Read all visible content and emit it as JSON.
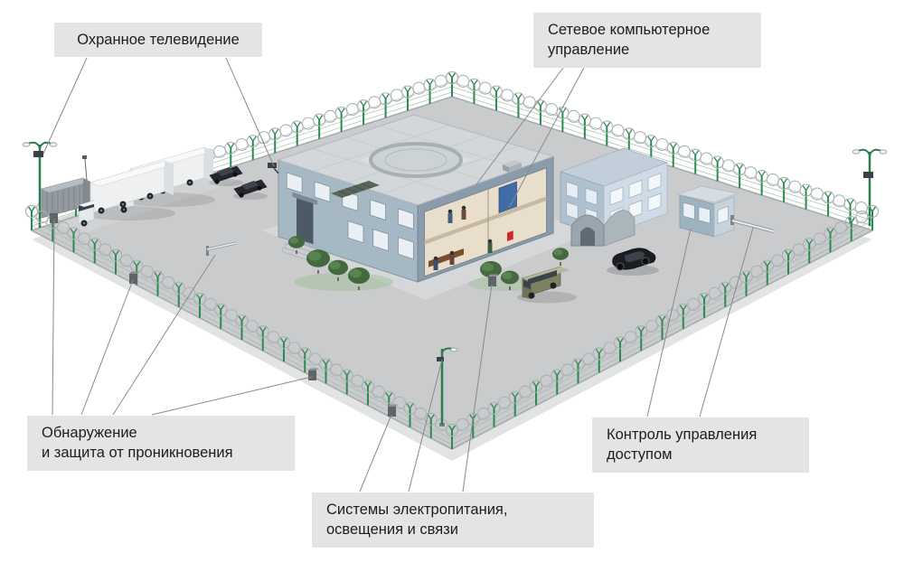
{
  "diagram": {
    "type": "annotated-isometric-illustration",
    "callouts": {
      "cctv": {
        "lines": [
          "Охранное телевидение"
        ]
      },
      "network": {
        "lines": [
          "Сетевое компьютерное",
          "управление"
        ]
      },
      "intrusion": {
        "lines": [
          "Обнаружение",
          "и защита от проникновения"
        ]
      },
      "power": {
        "lines": [
          "Системы электропитания,",
          "освещения и связи"
        ]
      },
      "access": {
        "lines": [
          "Контроль управления",
          "доступом"
        ]
      }
    },
    "colors": {
      "label_bg": "#e4e4e4",
      "label_text": "#1d1d1d",
      "connector": "#8a8a8a",
      "fence_green": "#2a8a50",
      "ground": "#c9cbcd"
    }
  }
}
